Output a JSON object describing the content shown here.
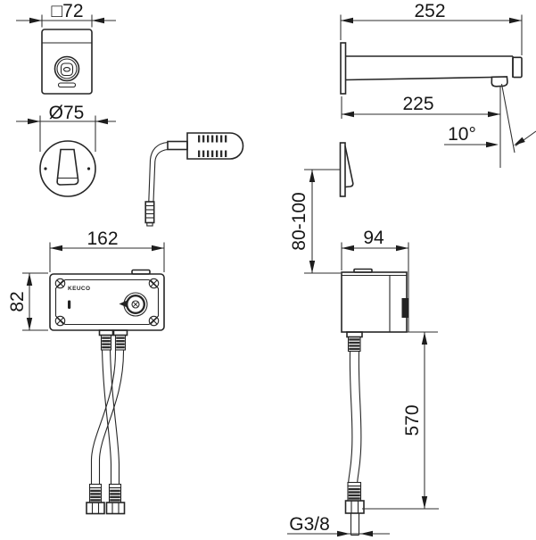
{
  "drawing": {
    "brand_label": "KEUCO",
    "dimensions": {
      "plate_width": "□72",
      "rosette_diameter": "Ø75",
      "spout_total_length": "252",
      "spout_projection": "225",
      "spout_angle": "10°",
      "mounting_height_range": "80-100",
      "control_box_width": "162",
      "control_box_height": "82",
      "control_box_depth": "94",
      "supply_hose_length": "570",
      "connection_thread": "G3/8"
    }
  }
}
